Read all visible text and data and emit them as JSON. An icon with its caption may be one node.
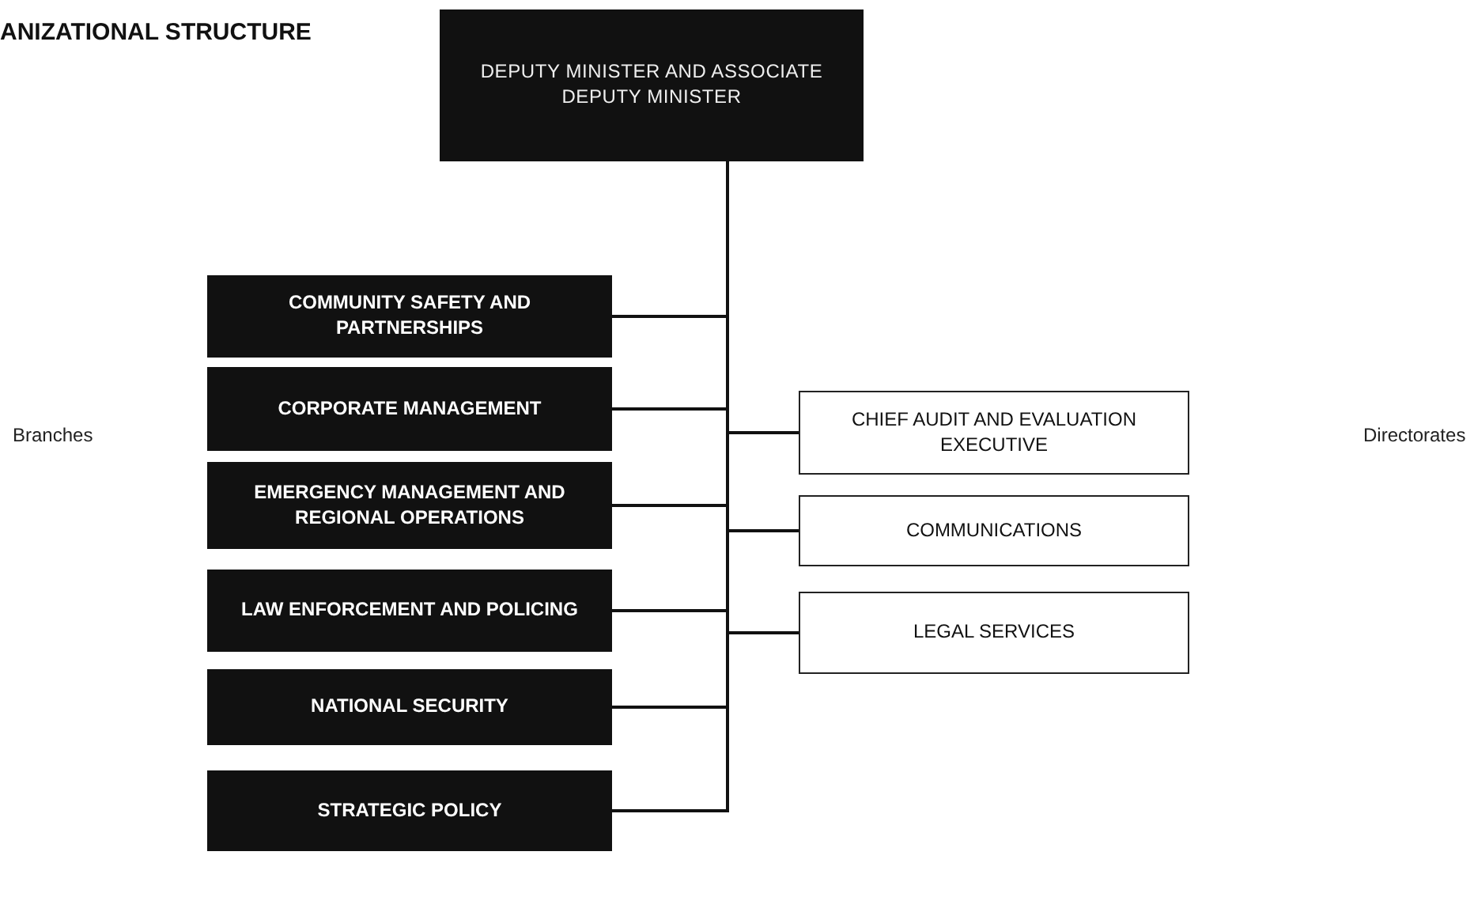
{
  "diagram": {
    "title": "ANIZATIONAL STRUCTURE",
    "nodes": [
      {
        "text": [
          "DEPUTY MINISTER AND ASSOCIATE DEPUTY MINISTER"
        ]
      },
      {
        "text": [
          "COMMUNITY SAFETY AND PARTNERSHIPS"
        ]
      },
      {
        "text": [
          "CORPORATE MANAGEMENT"
        ]
      },
      {
        "text": [
          "EMERGENCY MANAGEMENT AND REGIONAL OPERATIONS"
        ]
      },
      {
        "text": [
          "LAW ENFORCEMENT AND POLICING"
        ]
      },
      {
        "text": [
          "NATIONAL SECURITY"
        ]
      },
      {
        "text": [
          "STRATEGIC POLICY"
        ]
      },
      {
        "text": [
          "CHIEF AUDIT AND EVALUATION EXECUTIVE"
        ]
      },
      {
        "text": [
          "COMMUNICATIONS"
        ]
      },
      {
        "text": [
          "LEGAL SERVICES"
        ]
      }
    ],
    "edges": [
      {
        "from": 0,
        "to": 1,
        "arrow": "none"
      },
      {
        "from": 0,
        "to": 2,
        "arrow": "none"
      },
      {
        "from": 0,
        "to": 3,
        "arrow": "none"
      },
      {
        "from": 0,
        "to": 4,
        "arrow": "none"
      },
      {
        "from": 0,
        "to": 5,
        "arrow": "none"
      },
      {
        "from": 0,
        "to": 6,
        "arrow": "none"
      },
      {
        "from": 0,
        "to": 7,
        "arrow": "none"
      },
      {
        "from": 0,
        "to": 8,
        "arrow": "none"
      },
      {
        "from": 0,
        "to": 9,
        "arrow": "none"
      }
    ],
    "labels": [
      "Branches",
      "Directorates"
    ]
  }
}
